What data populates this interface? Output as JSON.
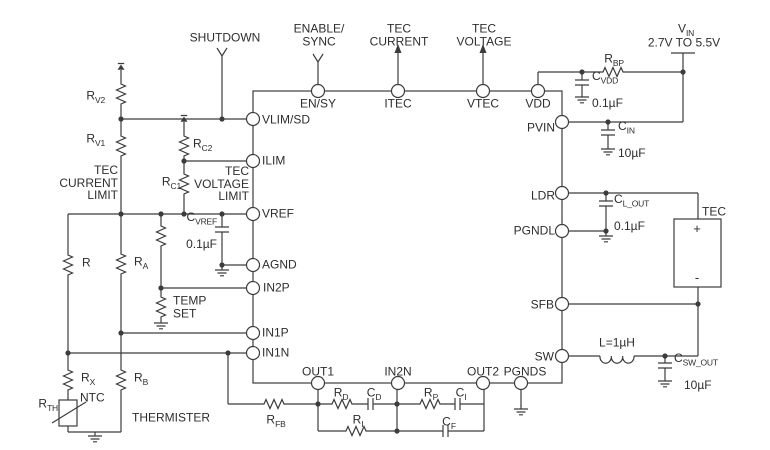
{
  "ic": {
    "pins": {
      "top": [
        "EN/SY",
        "ITEC",
        "VTEC",
        "VDD"
      ],
      "left": [
        "VLIM/SD",
        "ILIM",
        "VREF",
        "AGND",
        "IN2P",
        "IN1P",
        "IN1N"
      ],
      "right": [
        "PVIN",
        "LDR",
        "PGNDL",
        "SFB",
        "SW"
      ],
      "bottom": [
        "OUT1",
        "IN2N",
        "OUT2",
        "PGNDS"
      ]
    }
  },
  "terminals": {
    "shutdown": "SHUTDOWN",
    "enable_sync": "ENABLE/\nSYNC",
    "tec_current": "TEC\nCURRENT",
    "tec_voltage": "TEC\nVOLTAGE",
    "vin": {
      "base": "V",
      "sub": "IN",
      "range": "2.7V TO 5.5V"
    }
  },
  "components": {
    "rv2": {
      "base": "R",
      "sub": "V2"
    },
    "rv1": {
      "base": "R",
      "sub": "V1"
    },
    "rc2": {
      "base": "R",
      "sub": "C2"
    },
    "rc1": {
      "base": "R",
      "sub": "C1"
    },
    "cvref": {
      "base": "C",
      "sub": "VREF",
      "value": "0.1µF"
    },
    "r": {
      "base": "R"
    },
    "ra": {
      "base": "R",
      "sub": "A"
    },
    "rx": {
      "base": "R",
      "sub": "X"
    },
    "rb": {
      "base": "R",
      "sub": "B"
    },
    "rth": {
      "base": "R",
      "sub": "TH"
    },
    "rfb": {
      "base": "R",
      "sub": "FB"
    },
    "rd": {
      "base": "R",
      "sub": "D"
    },
    "cd": {
      "base": "C",
      "sub": "D"
    },
    "ri": {
      "base": "R",
      "sub": "I"
    },
    "rp": {
      "base": "R",
      "sub": "P"
    },
    "ci": {
      "base": "C",
      "sub": "I"
    },
    "cf": {
      "base": "C",
      "sub": "F"
    },
    "rbp": {
      "base": "R",
      "sub": "BP"
    },
    "cvdd": {
      "base": "C",
      "sub": "VDD",
      "value": "0.1µF"
    },
    "cin": {
      "base": "C",
      "sub": "IN",
      "value": "10µF"
    },
    "clout": {
      "base": "C",
      "sub": "L_OUT",
      "value": "0.1µF"
    },
    "cswout": {
      "base": "C",
      "sub": "SW_OUT",
      "value": "10µF"
    },
    "inductor": "L=1µH"
  },
  "annotations": {
    "tec_current_limit": "TEC\nCURRENT\nLIMIT",
    "tec_voltage_limit": "TEC\nVOLTAGE\nLIMIT",
    "temp_set": "TEMP\nSET",
    "ntc": "NTC",
    "thermister": "THERMISTER",
    "tec_block": "TEC",
    "tec_plus": "+",
    "tec_minus": "-"
  }
}
